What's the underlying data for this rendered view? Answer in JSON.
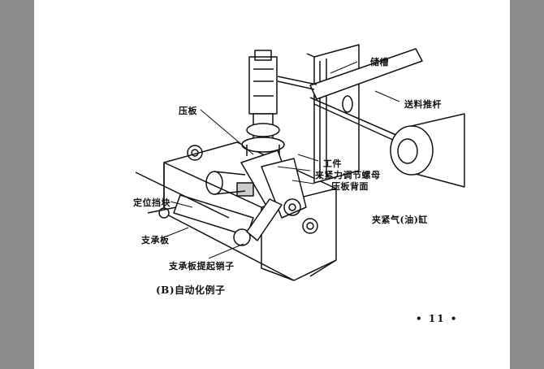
{
  "figure": {
    "labels": {
      "storage_tank": "储槽",
      "feed_push_rod": "送料推杆",
      "pressure_plate": "压板",
      "workpiece": "工件",
      "clamp_adjust_nut": "夹紧力调节螺母",
      "pressure_plate_back": "压板背面",
      "positioning_stop": "定位挡块",
      "clamp_cylinder": "夹紧气(油)缸",
      "support_plate": "支承板",
      "support_lift_pin": "支承板提起销子"
    },
    "caption": "(B)自动化例子"
  },
  "page_number": "• 11 •"
}
